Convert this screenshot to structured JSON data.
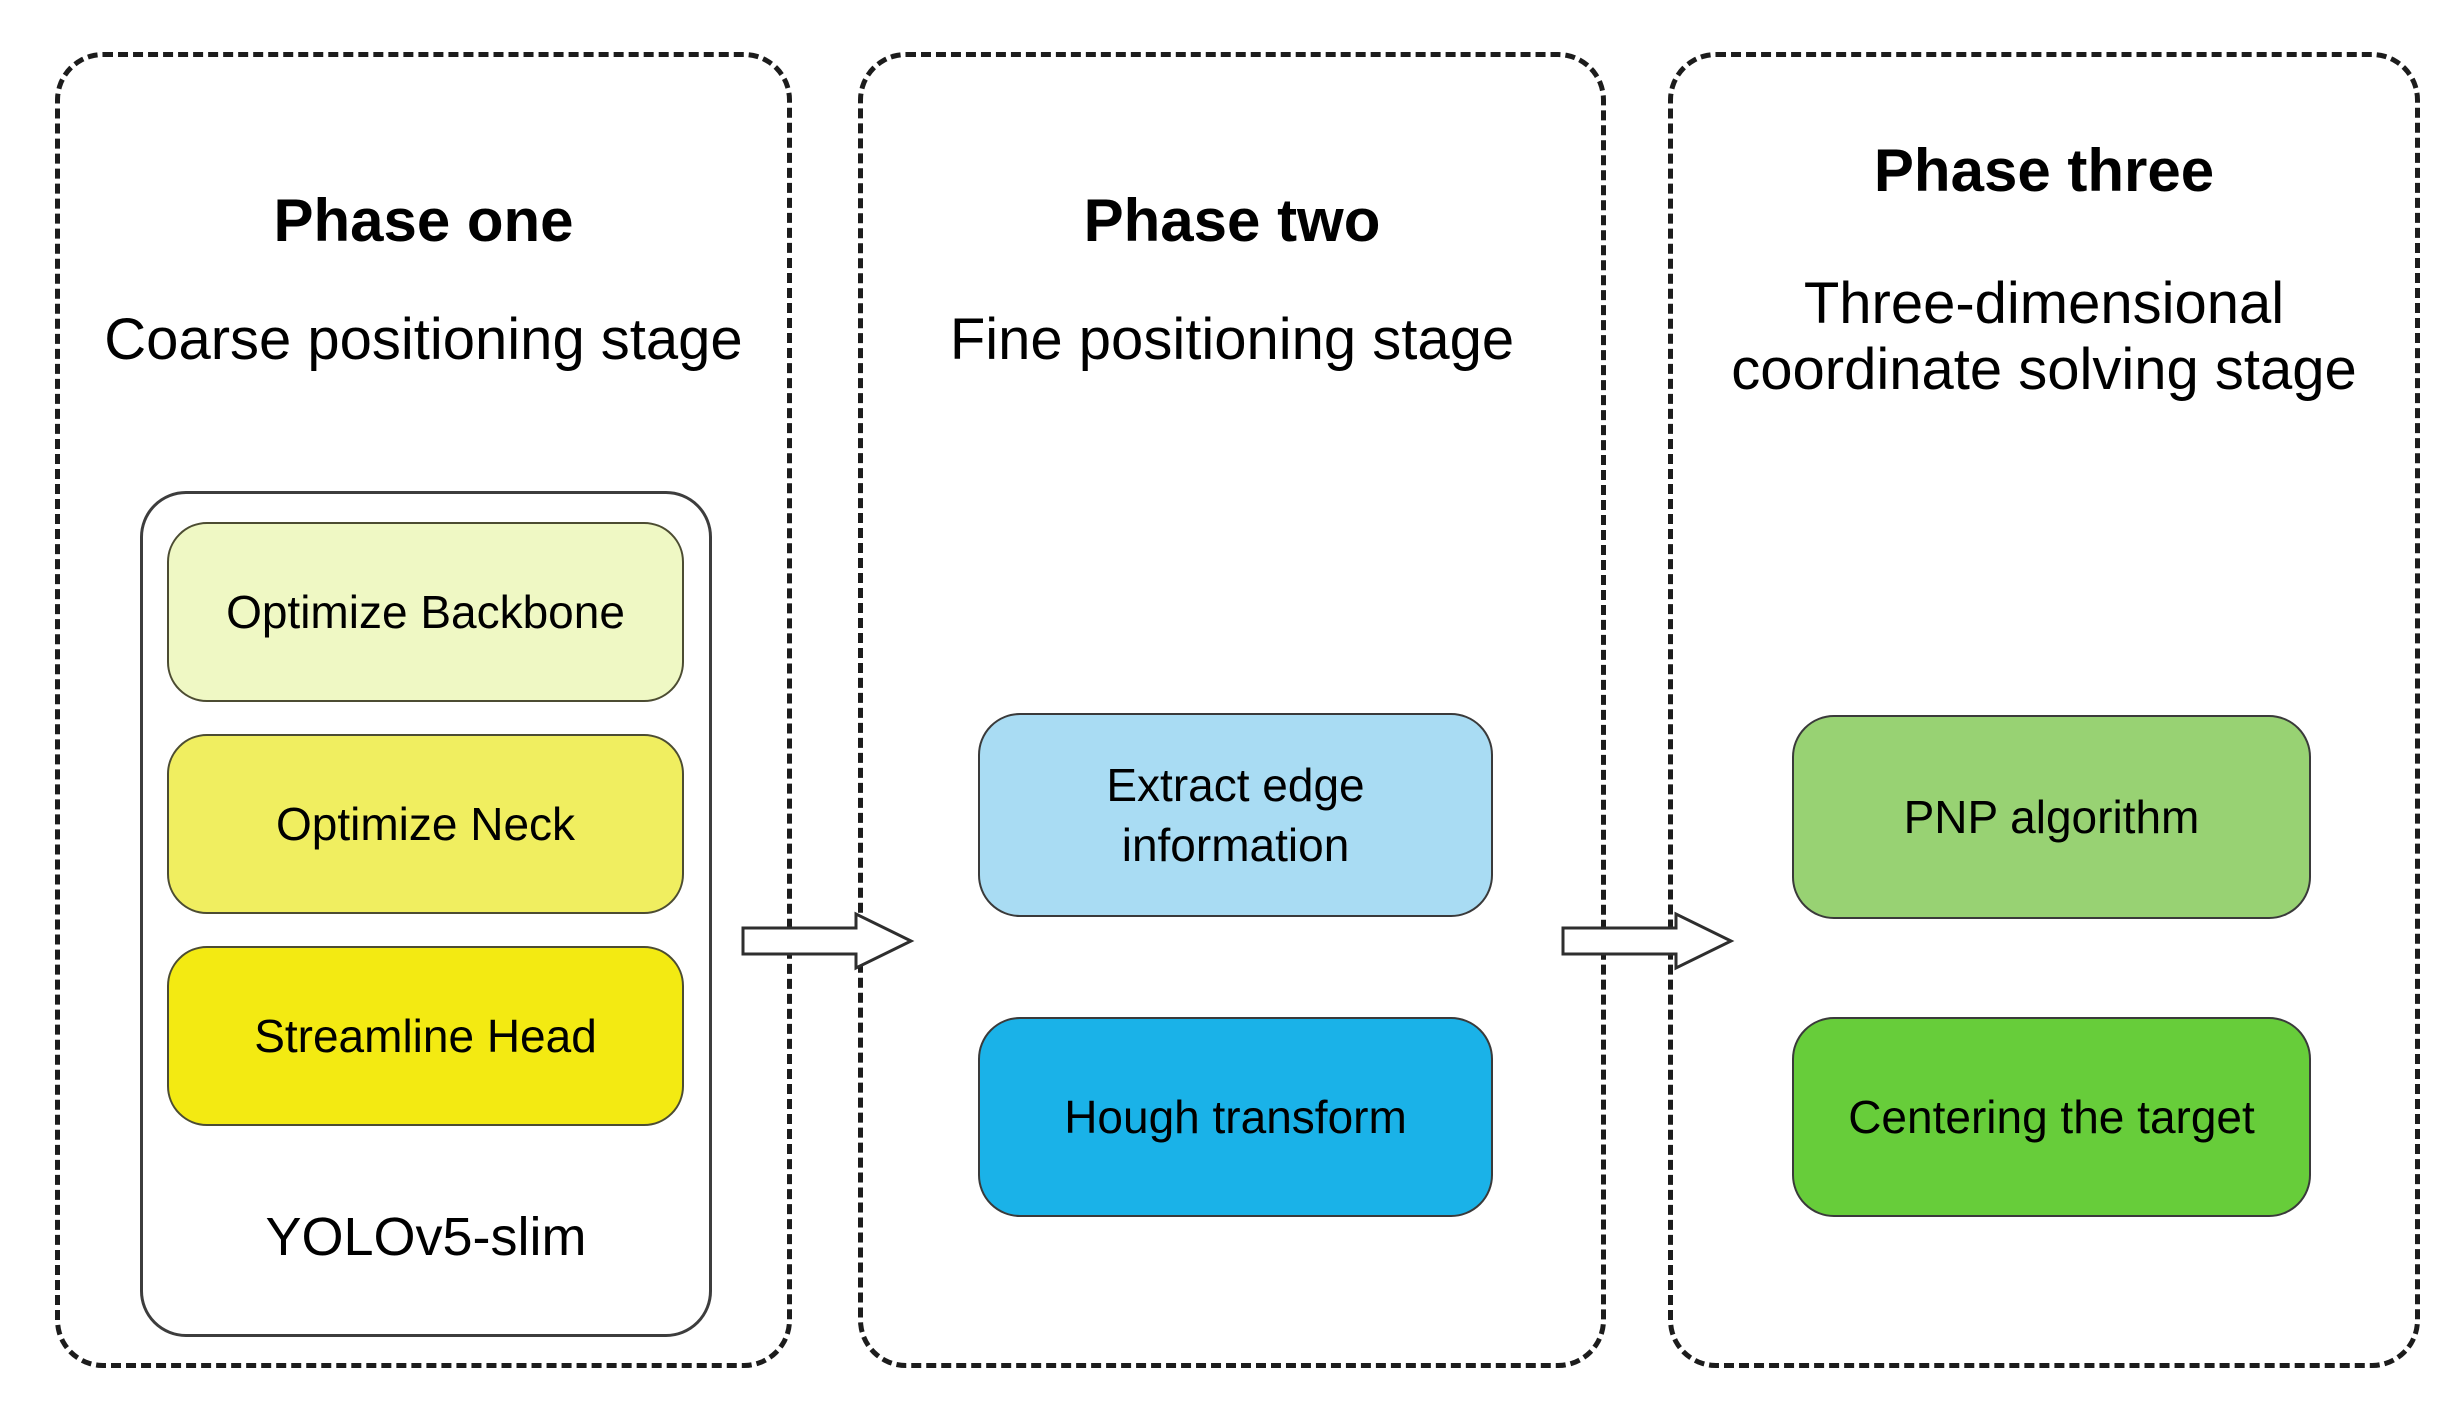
{
  "diagram": {
    "phases": [
      {
        "title": "Phase one",
        "subtitle": "Coarse positioning stage",
        "container_label": "YOLOv5-slim",
        "boxes": [
          {
            "label": "Optimize Backbone",
            "color": "#eff8c4"
          },
          {
            "label": "Optimize Neck",
            "color": "#f0ee60"
          },
          {
            "label": "Streamline Head",
            "color": "#f3ea12"
          }
        ]
      },
      {
        "title": "Phase two",
        "subtitle": "Fine positioning stage",
        "boxes": [
          {
            "label": "Extract edge information",
            "color": "#a9dcf3"
          },
          {
            "label": "Hough transform",
            "color": "#1ab2e8"
          }
        ]
      },
      {
        "title": "Phase three",
        "subtitle": "Three-dimensional coordinate solving stage",
        "boxes": [
          {
            "label": "PNP algorithm",
            "color": "#98d273"
          },
          {
            "label": "Centering the target",
            "color": "#67cd3a"
          }
        ]
      }
    ],
    "arrow_outline_color": "#2e2e2e",
    "arrow_fill_color": "#ffffff",
    "panel_border_color": "#1c1c1c"
  }
}
